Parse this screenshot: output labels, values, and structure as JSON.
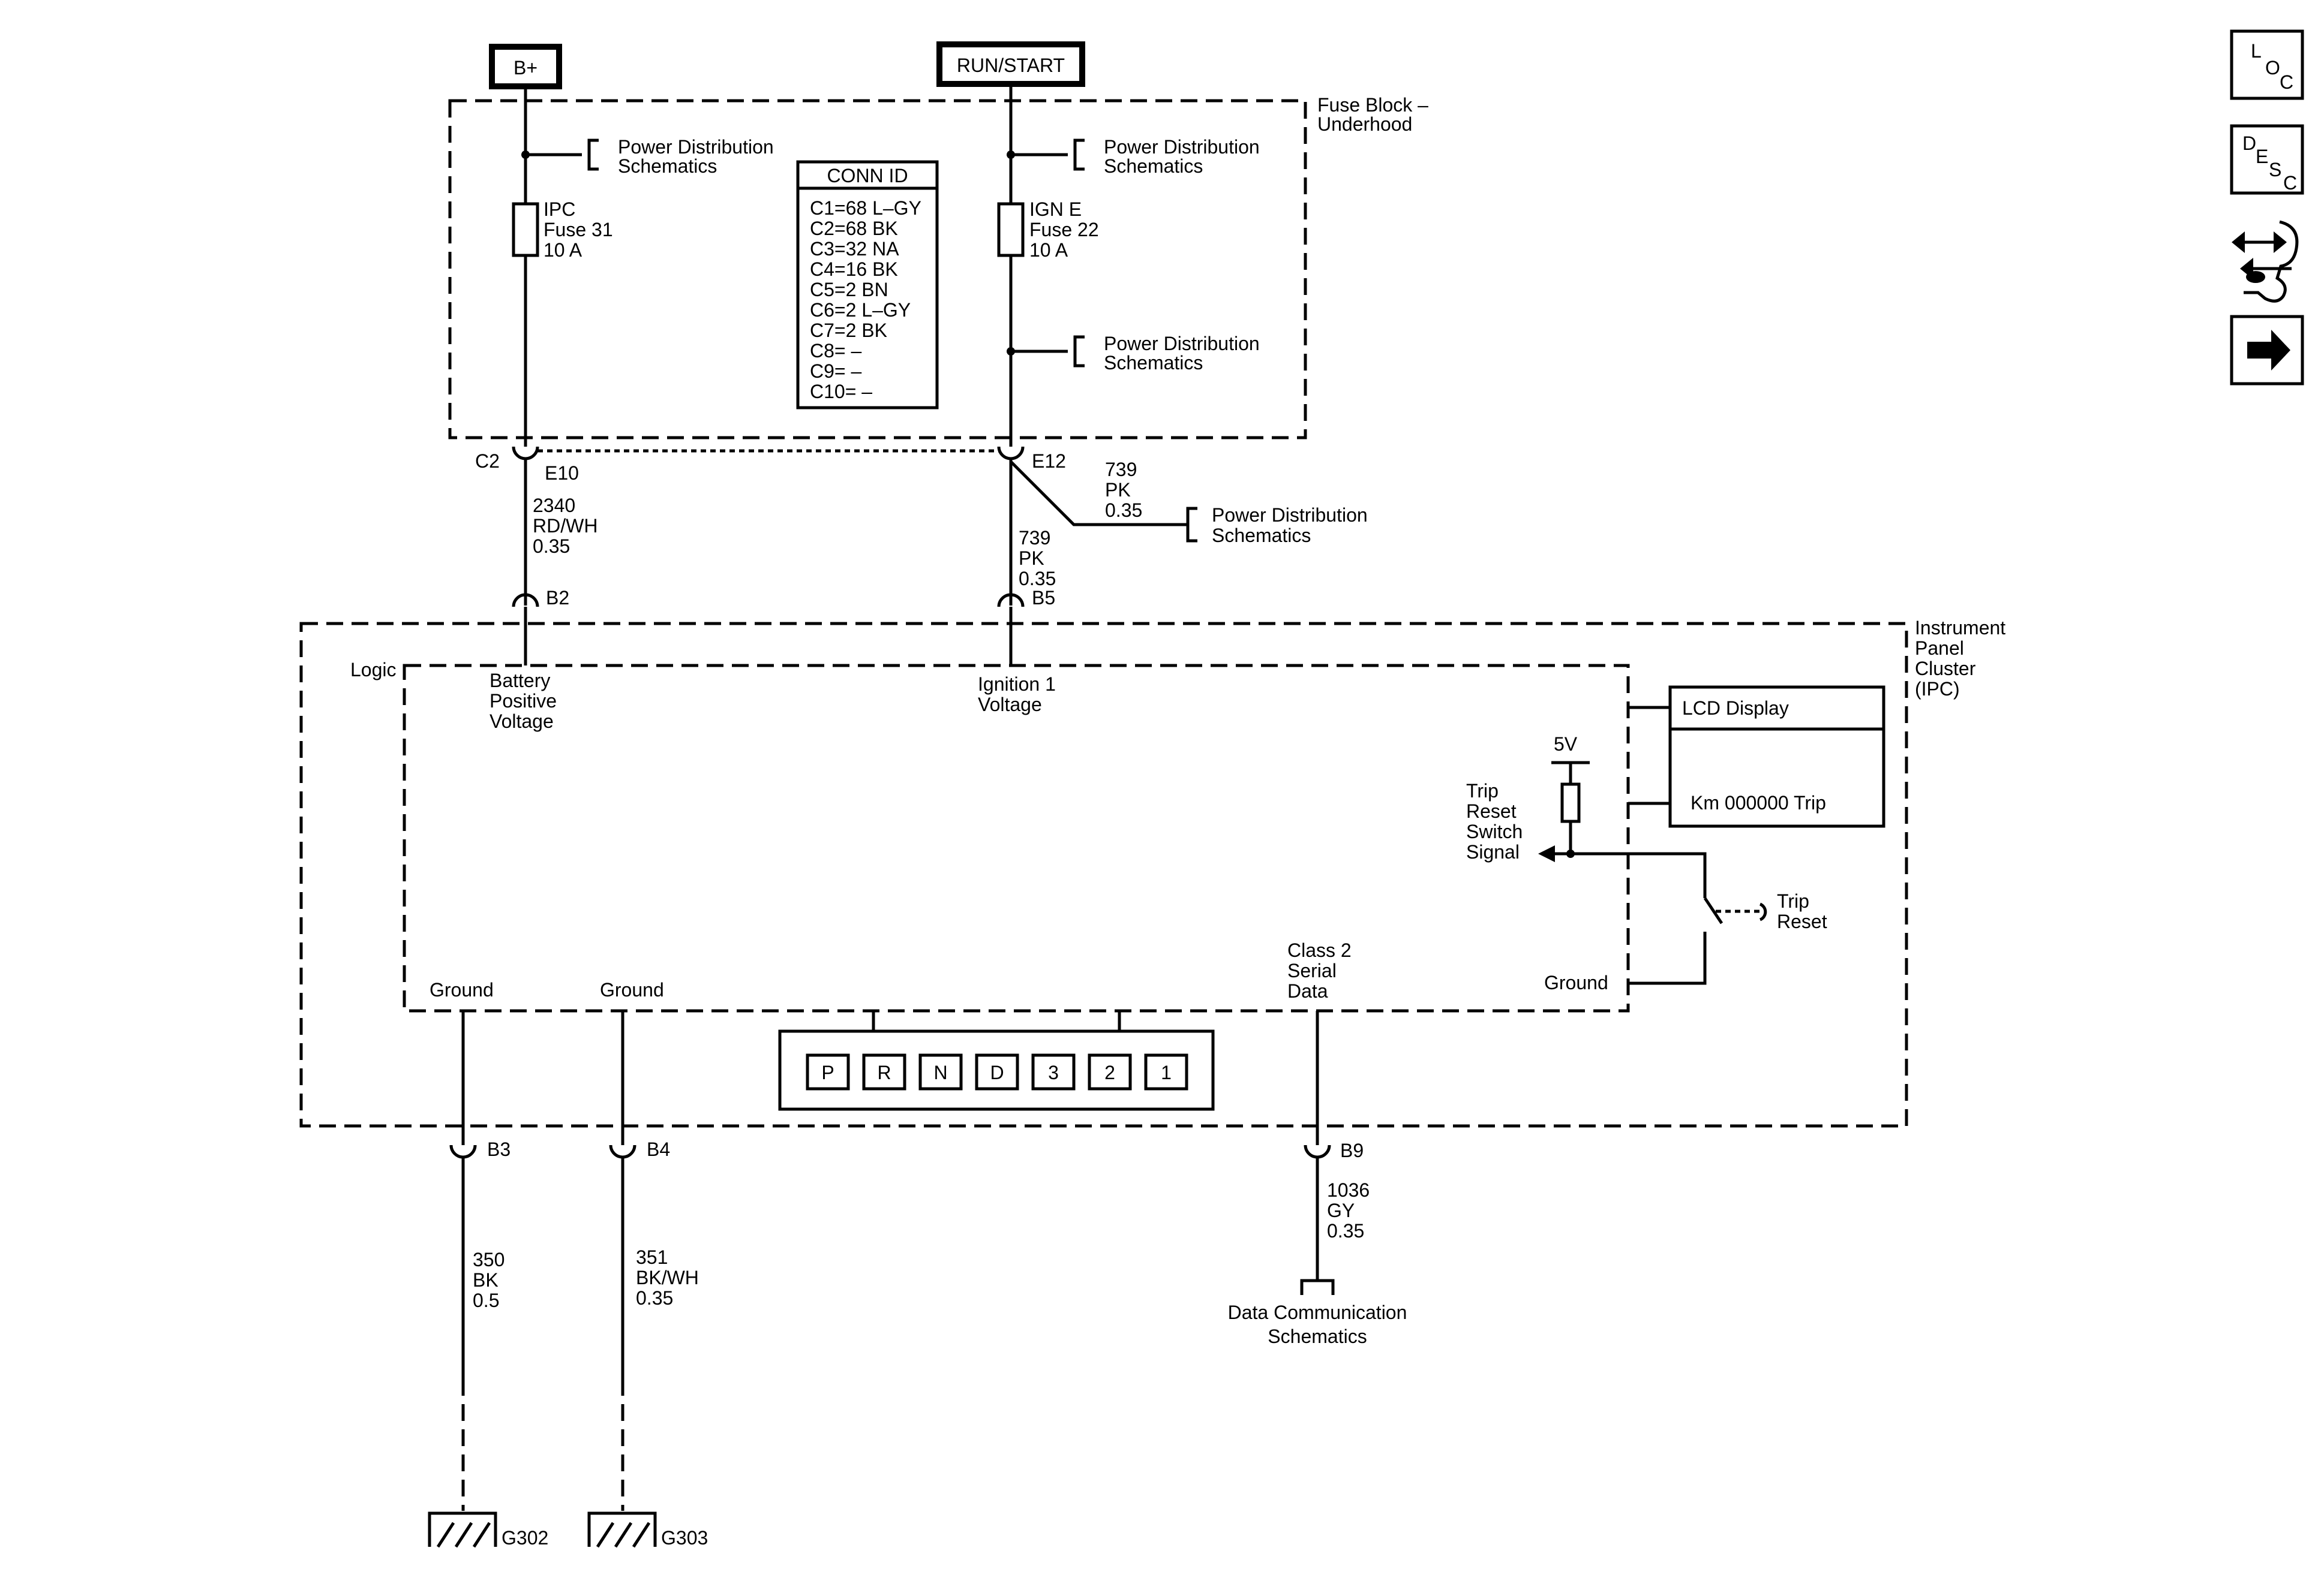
{
  "sources": {
    "battery": "B+",
    "run_start": "RUN/START"
  },
  "fuse_block": {
    "title_line1": "Fuse Block –",
    "title_line2": "Underhood"
  },
  "power_dist": {
    "line1": "Power Distribution",
    "line2": "Schematics"
  },
  "fuse_ipc": {
    "line1": "IPC",
    "line2": "Fuse 31",
    "line3": "10 A"
  },
  "fuse_ign": {
    "line1": "IGN E",
    "line2": "Fuse 22",
    "line3": "10 A"
  },
  "conn_id": {
    "title": "CONN ID",
    "rows": [
      "C1=68 L–GY",
      "C2=68 BK",
      "C3=32 NA",
      "C4=16 BK",
      "C5=2 BN",
      "C6=2 L–GY",
      "C7=2 BK",
      "C8= –",
      "C9= –",
      "C10= –"
    ]
  },
  "connectors": {
    "c2": "C2",
    "e10": "E10",
    "e12": "E12",
    "b2": "B2",
    "b5": "B5",
    "b3": "B3",
    "b4": "B4",
    "b9": "B9",
    "g302": "G302",
    "g303": "G303"
  },
  "wires": {
    "w2340": {
      "circuit": "2340",
      "color": "RD/WH",
      "size": "0.35"
    },
    "w739_branch": {
      "circuit": "739",
      "color": "PK",
      "size": "0.35"
    },
    "w739": {
      "circuit": "739",
      "color": "PK",
      "size": "0.35"
    },
    "w350": {
      "circuit": "350",
      "color": "BK",
      "size": "0.5"
    },
    "w351": {
      "circuit": "351",
      "color": "BK/WH",
      "size": "0.35"
    },
    "w1036": {
      "circuit": "1036",
      "color": "GY",
      "size": "0.35"
    }
  },
  "ipc": {
    "title": [
      "Instrument",
      "Panel",
      "Cluster",
      "(IPC)"
    ],
    "logic": "Logic",
    "battery_voltage": [
      "Battery",
      "Positive",
      "Voltage"
    ],
    "ignition_voltage": [
      "Ignition 1",
      "Voltage"
    ],
    "ground": "Ground",
    "class2": [
      "Class 2",
      "Serial",
      "Data"
    ],
    "lcd_title": "LCD Display",
    "lcd_text": "Km 000000 Trip",
    "five_v": "5V",
    "trip_signal": [
      "Trip",
      "Reset",
      "Switch",
      "Signal"
    ],
    "trip_reset": [
      "Trip",
      "Reset"
    ],
    "prnd": [
      "P",
      "R",
      "N",
      "D",
      "3",
      "2",
      "1"
    ]
  },
  "data_comm": {
    "line1": "Data Communication",
    "line2": "Schematics"
  },
  "nav": {
    "loc": [
      "L",
      "O",
      "C"
    ],
    "desc": [
      "D",
      "E",
      "S",
      "C"
    ]
  }
}
